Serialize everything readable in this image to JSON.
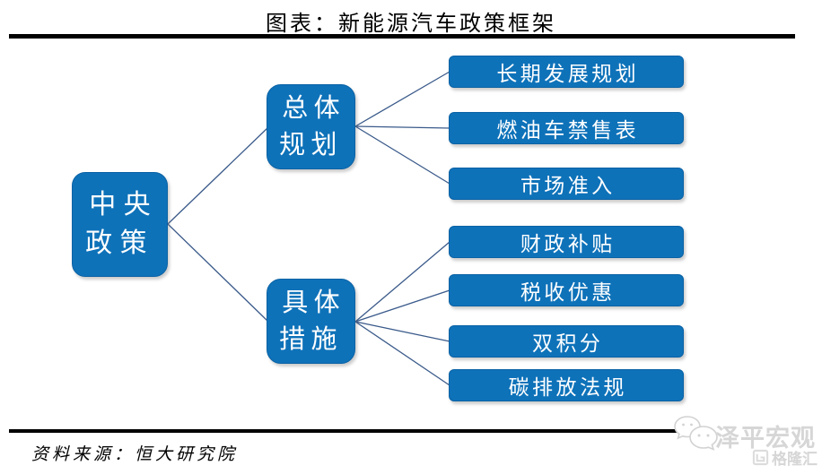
{
  "header": {
    "title": "图表：新能源汽车政策框架"
  },
  "tree": {
    "root": {
      "label": "中央\n政策"
    },
    "branches": [
      {
        "label": "总体\n规划",
        "children": [
          "长期发展规划",
          "燃油车禁售表",
          "市场准入"
        ]
      },
      {
        "label": "具体\n措施",
        "children": [
          "财政补贴",
          "税收优惠",
          "双积分",
          "碳排放法规"
        ]
      }
    ]
  },
  "footer": {
    "source": "资料来源：恒大研究院"
  },
  "watermarks": {
    "brand": "泽平宏观",
    "platform": "格隆汇"
  },
  "colors": {
    "box_blue": "#0E72B9",
    "box_border": "#0A62A5",
    "connector": "#3A5A8A",
    "rule_black": "#000000",
    "watermark_gray": "#D6D6D6"
  }
}
